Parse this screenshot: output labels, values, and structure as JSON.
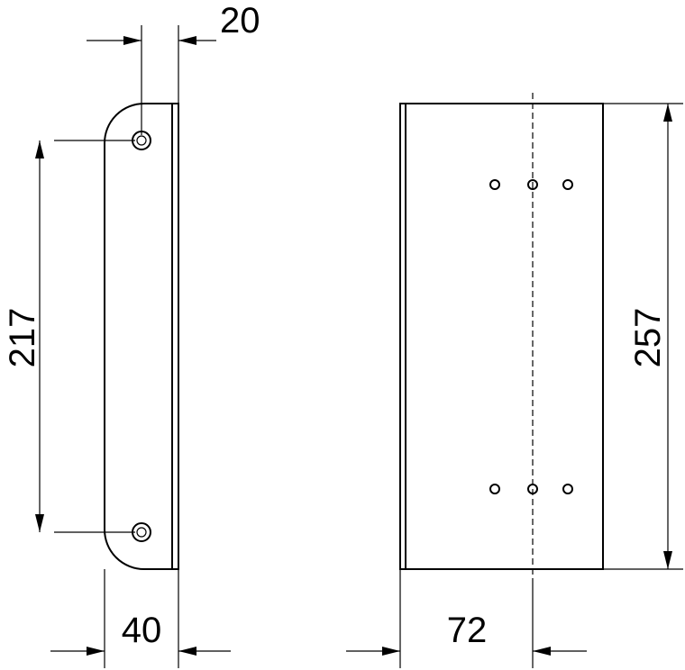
{
  "diagram": {
    "dimensions": {
      "top_width": "20",
      "hole_spacing": "217",
      "side_depth": "40",
      "front_width": "72",
      "overall_height": "257"
    },
    "colors": {
      "line": "#000000",
      "background": "#ffffff"
    }
  }
}
